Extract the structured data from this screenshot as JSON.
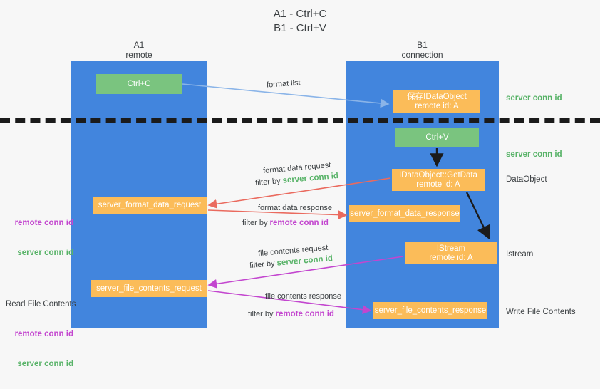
{
  "title": "A1 - Ctrl+C\nB1 - Ctrl+V",
  "colors": {
    "lane": "#4285dd",
    "green_box": "#7ac47f",
    "orange_box": "#fbbc59",
    "server_conn_id": "#58b368",
    "remote_conn_id": "#c346cf",
    "blue_arrow": "#8ab4e8",
    "red_arrow": "#ea6a5e",
    "magenta_arrow": "#c346cf",
    "black_arrow": "#1b1b1b",
    "divider": "#1b1b1b",
    "background": "#f7f7f7"
  },
  "lanes": [
    {
      "id": "a1",
      "title": "A1",
      "subtitle": "remote"
    },
    {
      "id": "b1",
      "title": "B1",
      "subtitle": "connection"
    }
  ],
  "headers": {
    "a1": "A1\nremote",
    "b1": "B1\nconnection"
  },
  "boxes": {
    "ctrl_c": "Ctrl+C",
    "ctrl_v": "Ctrl+V",
    "idataobject": "保存IDataObject\nremote id: A",
    "getdata": "IDataObject::GetData\nremote id: A",
    "istream": "IStream\nremote id: A",
    "server_format_data_request": "server_format_data_request",
    "server_format_data_response": "server_format_data_response",
    "server_file_contents_request": "server_file_contents_request",
    "server_file_contents_response": "server_file_contents_response"
  },
  "annotations": {
    "server_conn_id_top": "server conn id",
    "server_conn_id_mid": "server conn id",
    "dataobject": "DataObject",
    "istream": "Istream",
    "write_file_contents": "Write File Contents",
    "read_file_contents": "Read File Contents",
    "remote_conn_id": "remote conn id",
    "server_conn_id": "server conn id"
  },
  "edges": {
    "format_list": "format list",
    "format_data_request": "format data request",
    "format_data_request_filter_prefix": "filter by ",
    "format_data_request_filter_value": "server conn id",
    "format_data_response": "format data response",
    "format_data_response_filter_prefix": "filter by ",
    "format_data_response_filter_value": "remote conn id",
    "file_contents_request": "file contents request",
    "file_contents_request_filter_prefix": "filter by ",
    "file_contents_request_filter_value": "server conn id",
    "file_contents_response": "file contents response",
    "file_contents_response_filter_prefix": "filter by ",
    "file_contents_response_filter_value": "remote conn id"
  }
}
